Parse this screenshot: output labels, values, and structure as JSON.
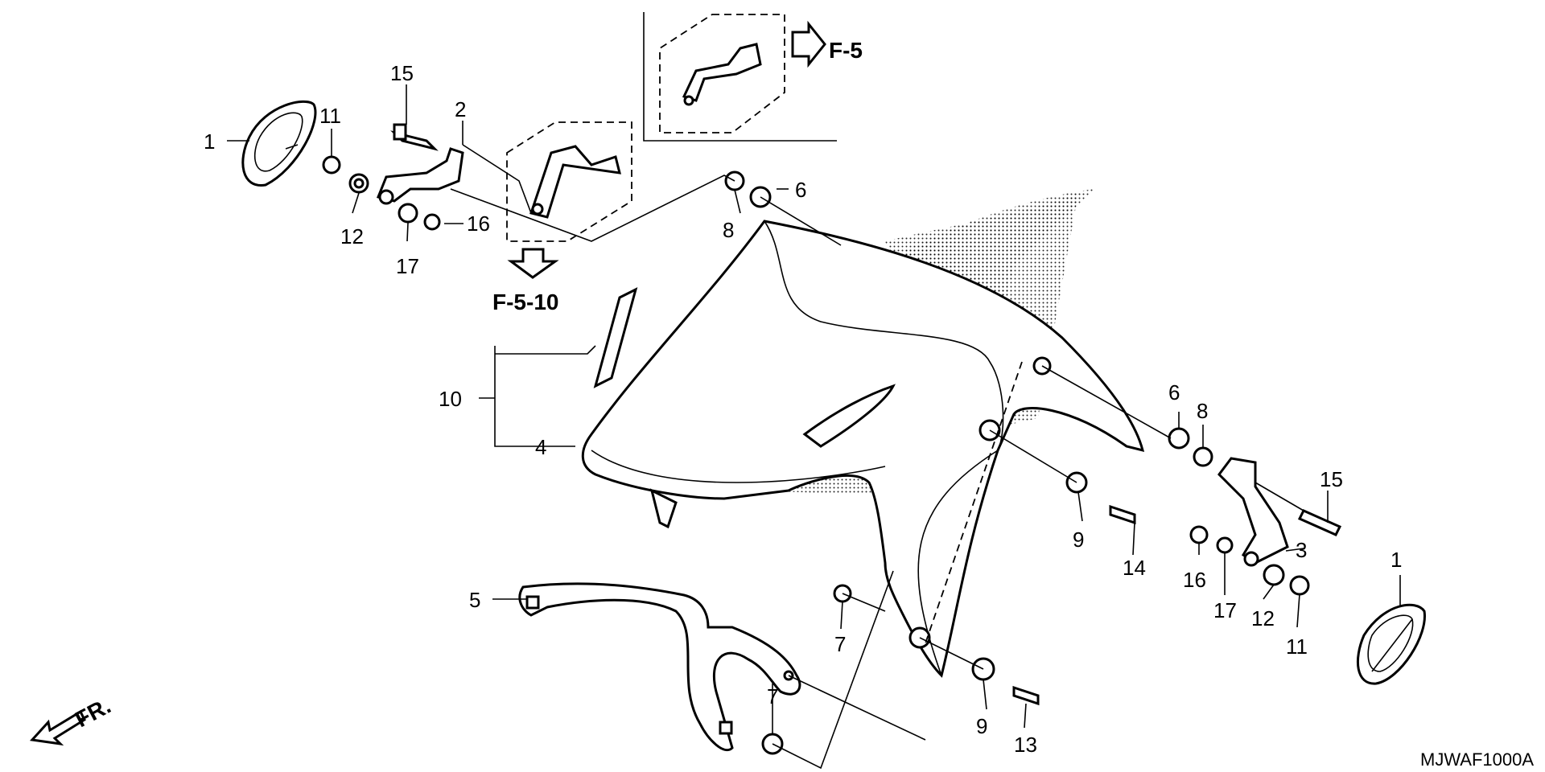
{
  "callouts": {
    "p1_left": "1",
    "p1_right": "1",
    "p2": "2",
    "p3": "3",
    "p4": "4",
    "p5": "5",
    "p6_top": "6",
    "p6_right": "6",
    "p7_a": "7",
    "p7_b": "7",
    "p8_top": "8",
    "p8_right": "8",
    "p9_a": "9",
    "p9_b": "9",
    "p10": "10",
    "p11_left": "11",
    "p11_right": "11",
    "p12_left": "12",
    "p12_right": "12",
    "p13": "13",
    "p14": "14",
    "p15_left": "15",
    "p15_right": "15",
    "p16_left": "16",
    "p16_right": "16",
    "p17_left": "17",
    "p17_right": "17"
  },
  "refs": {
    "f5": "F-5",
    "f510": "F-5-10"
  },
  "direction": "FR.",
  "diagram_code": "MJWAF1000A"
}
